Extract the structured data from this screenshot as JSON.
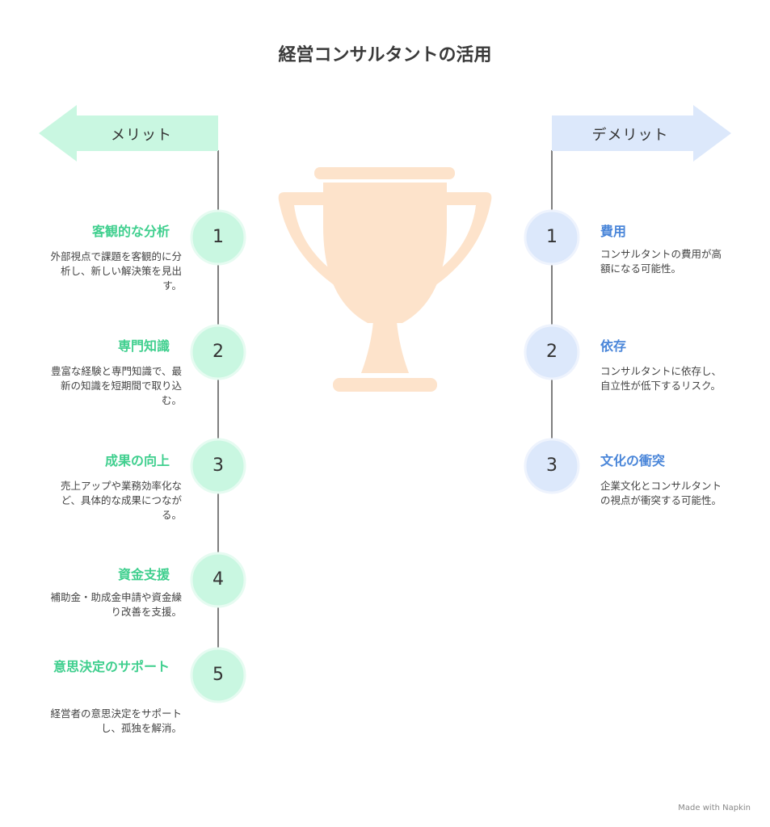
{
  "title": "経営コンサルタントの活用",
  "merits": {
    "label": "メリット",
    "items": [
      {
        "num": "1",
        "heading": "客観的な分析",
        "desc": "外部視点で課題を客観的に分析し、新しい解決策を見出す。"
      },
      {
        "num": "2",
        "heading": "専門知識",
        "desc": "豊富な経験と専門知識で、最新の知識を短期間で取り込む。"
      },
      {
        "num": "3",
        "heading": "成果の向上",
        "desc": "売上アップや業務効率化など、具体的な成果につながる。"
      },
      {
        "num": "4",
        "heading": "資金支援",
        "desc": "補助金・助成金申請や資金繰り改善を支援。"
      },
      {
        "num": "5",
        "heading": "意思決定のサポート",
        "desc": "経営者の意思決定をサポートし、孤独を解消。"
      }
    ]
  },
  "demerits": {
    "label": "デメリット",
    "items": [
      {
        "num": "1",
        "heading": "費用",
        "desc": "コンサルタントの費用が高額になる可能性。"
      },
      {
        "num": "2",
        "heading": "依存",
        "desc": "コンサルタントに依存し、自立性が低下するリスク。"
      },
      {
        "num": "3",
        "heading": "文化の衝突",
        "desc": "企業文化とコンサルタントの視点が衝突する可能性。"
      }
    ]
  },
  "footer": "Made with Napkin",
  "colors": {
    "merit_fill": "#c9f7e1",
    "merit_text": "#3fcf8e",
    "demerit_fill": "#dce8fb",
    "demerit_text": "#4a86d9",
    "trophy": "#fde3cb"
  }
}
